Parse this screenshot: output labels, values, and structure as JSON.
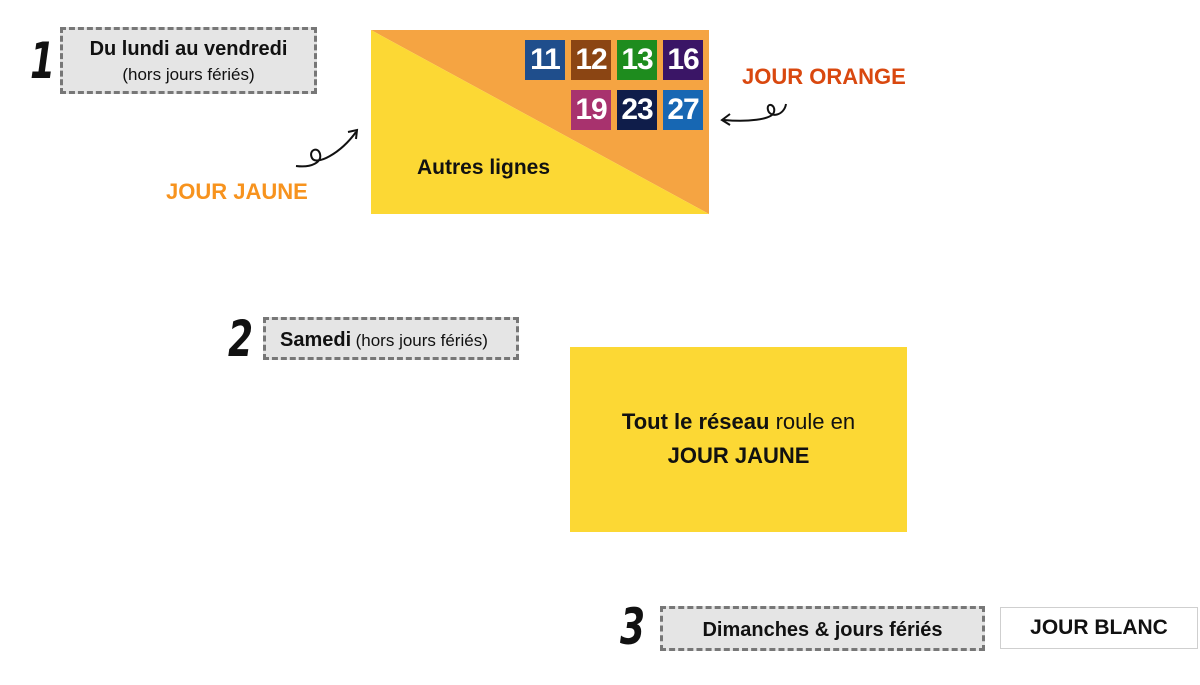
{
  "section1": {
    "number": "1",
    "title": "Du lundi au vendredi",
    "subtitle": "(hors jours fériés)",
    "orange_label": "JOUR ORANGE",
    "yellow_label": "JOUR JAUNE",
    "other_lines": "Autres lignes",
    "lines": [
      {
        "label": "11",
        "color": "#1f4e8c"
      },
      {
        "label": "12",
        "color": "#8b4513"
      },
      {
        "label": "13",
        "color": "#1e8c1e"
      },
      {
        "label": "16",
        "color": "#3a1566"
      },
      {
        "label": "19",
        "color": "#a8326e"
      },
      {
        "label": "23",
        "color": "#0f1d4a"
      },
      {
        "label": "27",
        "color": "#1767b3"
      }
    ],
    "colors": {
      "orange_day": "#f5a442",
      "yellow_day": "#fcd834"
    }
  },
  "section2": {
    "number": "2",
    "title": "Samedi",
    "subtitle": "(hors jours fériés)",
    "box_bold": "Tout le réseau",
    "box_text": "roule en",
    "box_label": "JOUR JAUNE"
  },
  "section3": {
    "number": "3",
    "title": "Dimanches & jours fériés",
    "day_label": "JOUR BLANC"
  }
}
